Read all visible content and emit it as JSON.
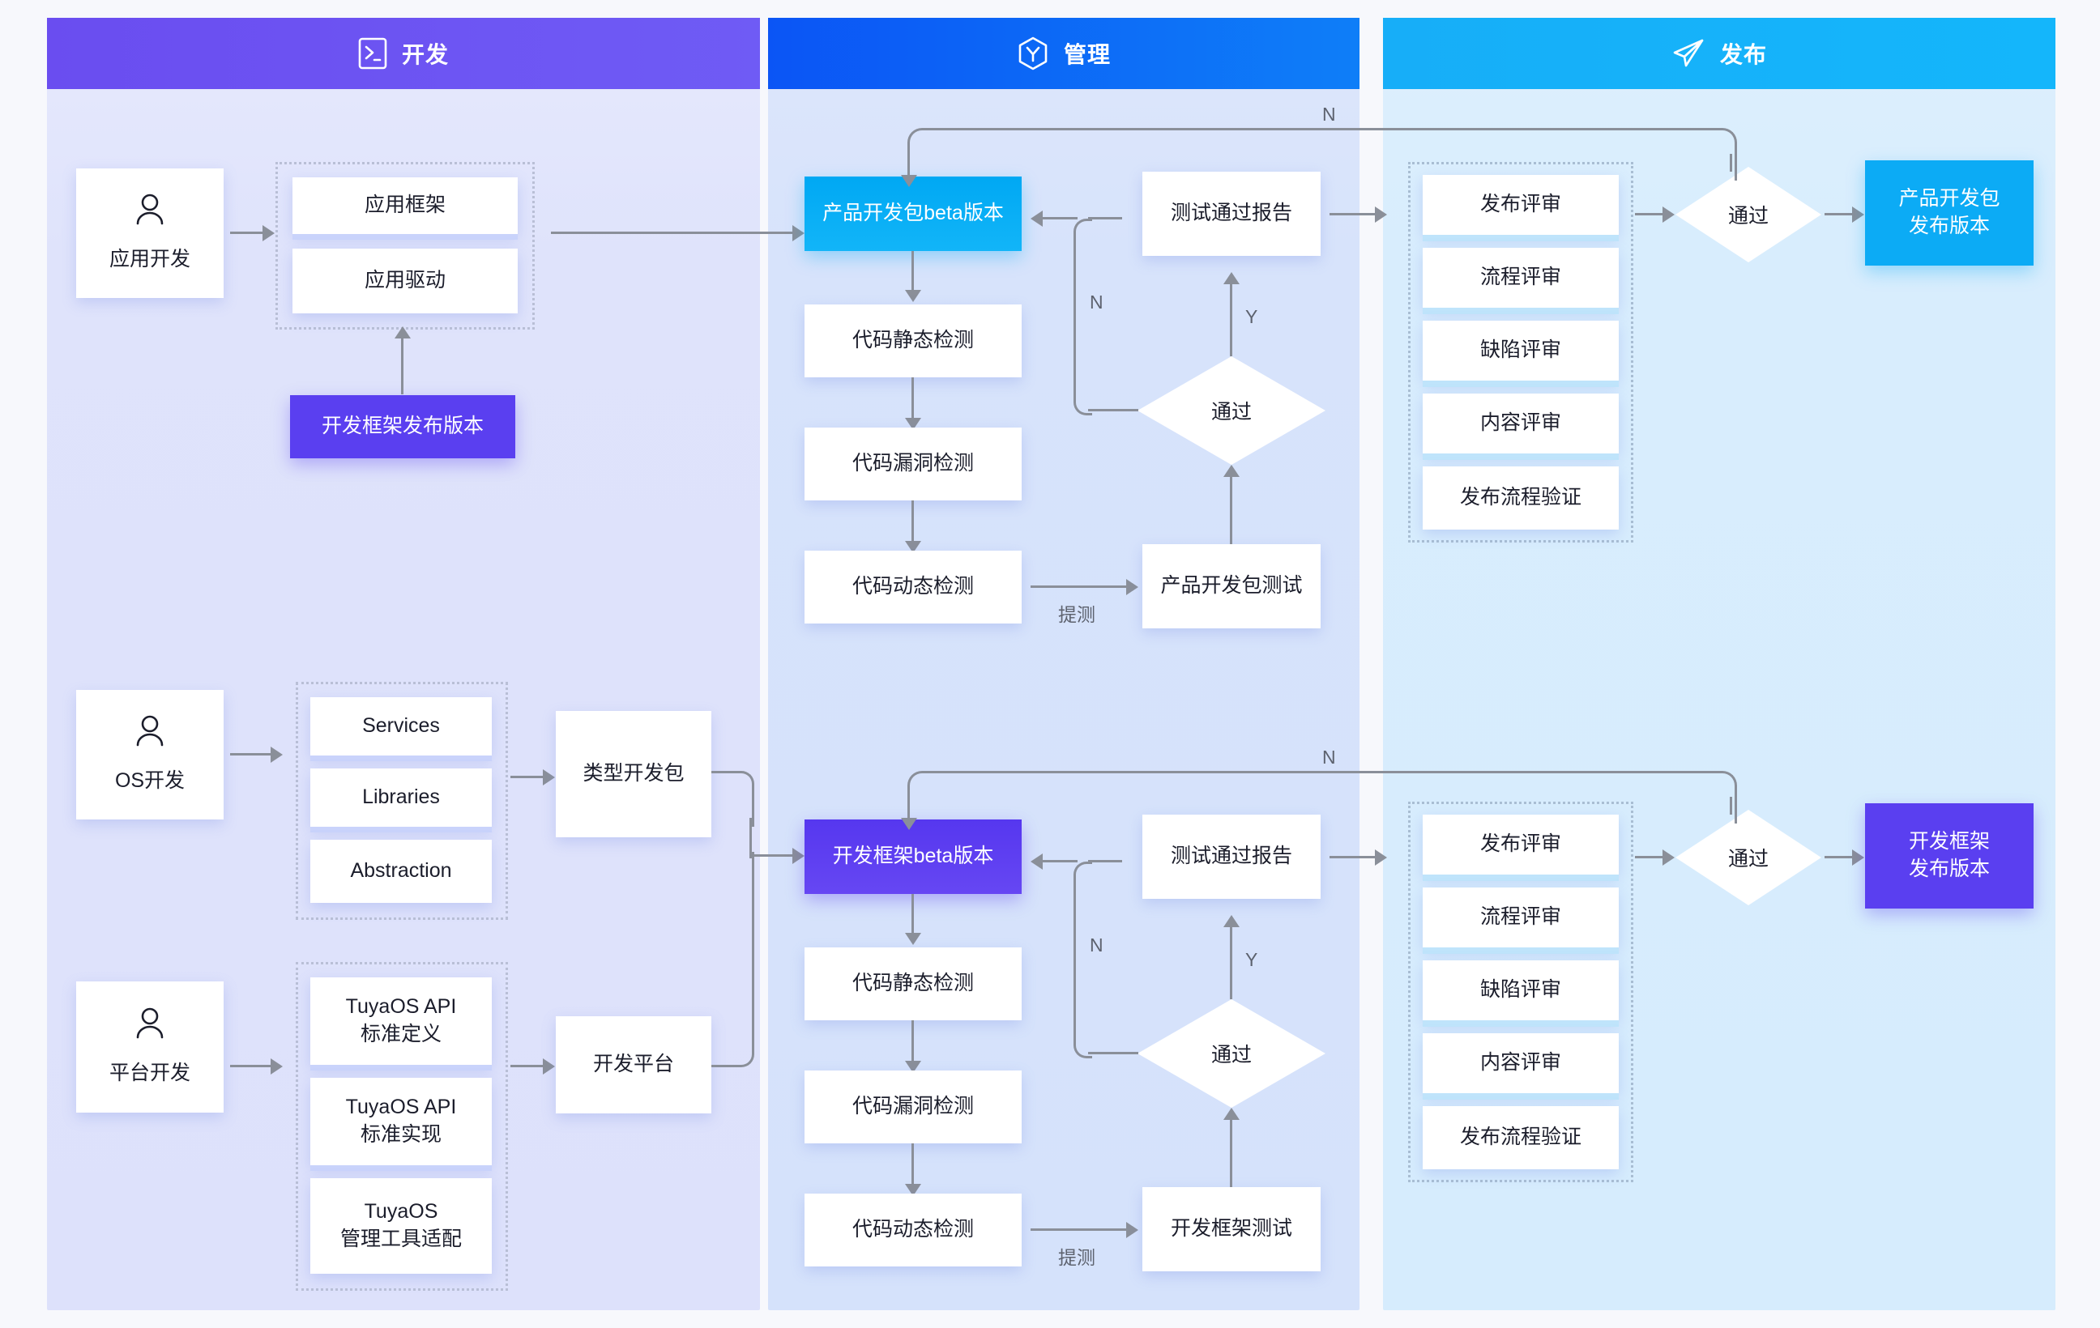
{
  "lanes": [
    {
      "id": "dev",
      "title": "开发",
      "icon": "terminal-icon",
      "color": "#6a4df0"
    },
    {
      "id": "mgmt",
      "title": "管理",
      "icon": "hexagon-y-icon",
      "color": "#0b55f5"
    },
    {
      "id": "release",
      "title": "发布",
      "icon": "paper-plane-icon",
      "color": "#17aef8"
    }
  ],
  "dev": {
    "actors": [
      {
        "label": "应用开发",
        "icon": "user-icon"
      },
      {
        "label": "OS开发",
        "icon": "user-icon"
      },
      {
        "label": "平台开发",
        "icon": "user-icon"
      }
    ],
    "app_group": [
      "应用框架",
      "应用驱动"
    ],
    "os_group": [
      "Services",
      "Libraries",
      "Abstraction"
    ],
    "platform_group": [
      "TuyaOS API\n标准定义",
      "TuyaOS API\n标准实现",
      "TuyaOS\n管理工具适配"
    ],
    "framework_release": "开发框架发布版本",
    "type_package": "类型开发包",
    "dev_platform": "开发平台"
  },
  "mgmt": {
    "top": {
      "beta": "产品开发包beta版本",
      "steps": [
        "代码静态检测",
        "代码漏洞检测",
        "代码动态检测"
      ],
      "test": "产品开发包测试",
      "decision": "通过",
      "report": "测试通过报告",
      "label_submit": "提测",
      "label_yes": "Y",
      "label_no": "N"
    },
    "bottom": {
      "beta": "开发框架beta版本",
      "steps": [
        "代码静态检测",
        "代码漏洞检测",
        "代码动态检测"
      ],
      "test": "开发框架测试",
      "decision": "通过",
      "report": "测试通过报告",
      "label_submit": "提测",
      "label_yes": "Y",
      "label_no": "N"
    }
  },
  "release": {
    "top": {
      "reviews": [
        "发布评审",
        "流程评审",
        "缺陷评审",
        "内容评审",
        "发布流程验证"
      ],
      "decision": "通过",
      "result": "产品开发包\n发布版本",
      "label_no": "N"
    },
    "bottom": {
      "reviews": [
        "发布评审",
        "流程评审",
        "缺陷评审",
        "内容评审",
        "发布流程验证"
      ],
      "decision": "通过",
      "result": "开发框架\n发布版本",
      "label_no": "N"
    }
  },
  "colors": {
    "dev_accent": "#6a4df0",
    "mgmt_accent": "#0b55f5",
    "release_accent": "#17aef8",
    "beta_product": "#0cabf5",
    "beta_framework": "#5a3ff0",
    "connector": "#8a8f99"
  }
}
